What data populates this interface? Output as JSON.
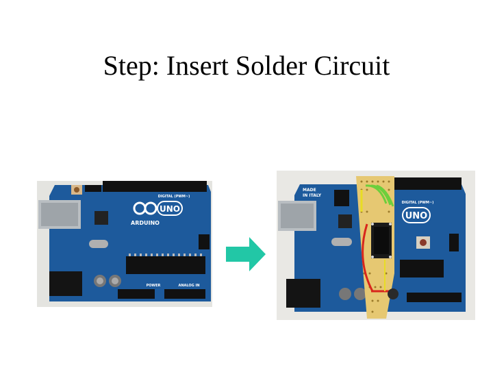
{
  "slide": {
    "title": "Step: Insert Solder Circuit"
  },
  "board_before": {
    "label_uno": "UNO",
    "label_brand": "ARDUINO",
    "label_digital": "DIGITAL (PWM~)",
    "label_power": "POWER",
    "label_analog": "ANALOG IN"
  },
  "board_after": {
    "label_uno": "UNO",
    "label_made": "MADE",
    "label_italy": "IN ITALY",
    "label_digital": "DIGITAL (PWM~)"
  },
  "colors": {
    "board_blue": "#1d5a9c",
    "arrow_teal": "#22c7a6",
    "perfboard": "#e6c872",
    "wire_red": "#d8261c",
    "wire_yellow": "#e8dd24",
    "wire_green": "#6ccf3c"
  },
  "icons": {
    "arrow": "right-arrow-icon"
  }
}
